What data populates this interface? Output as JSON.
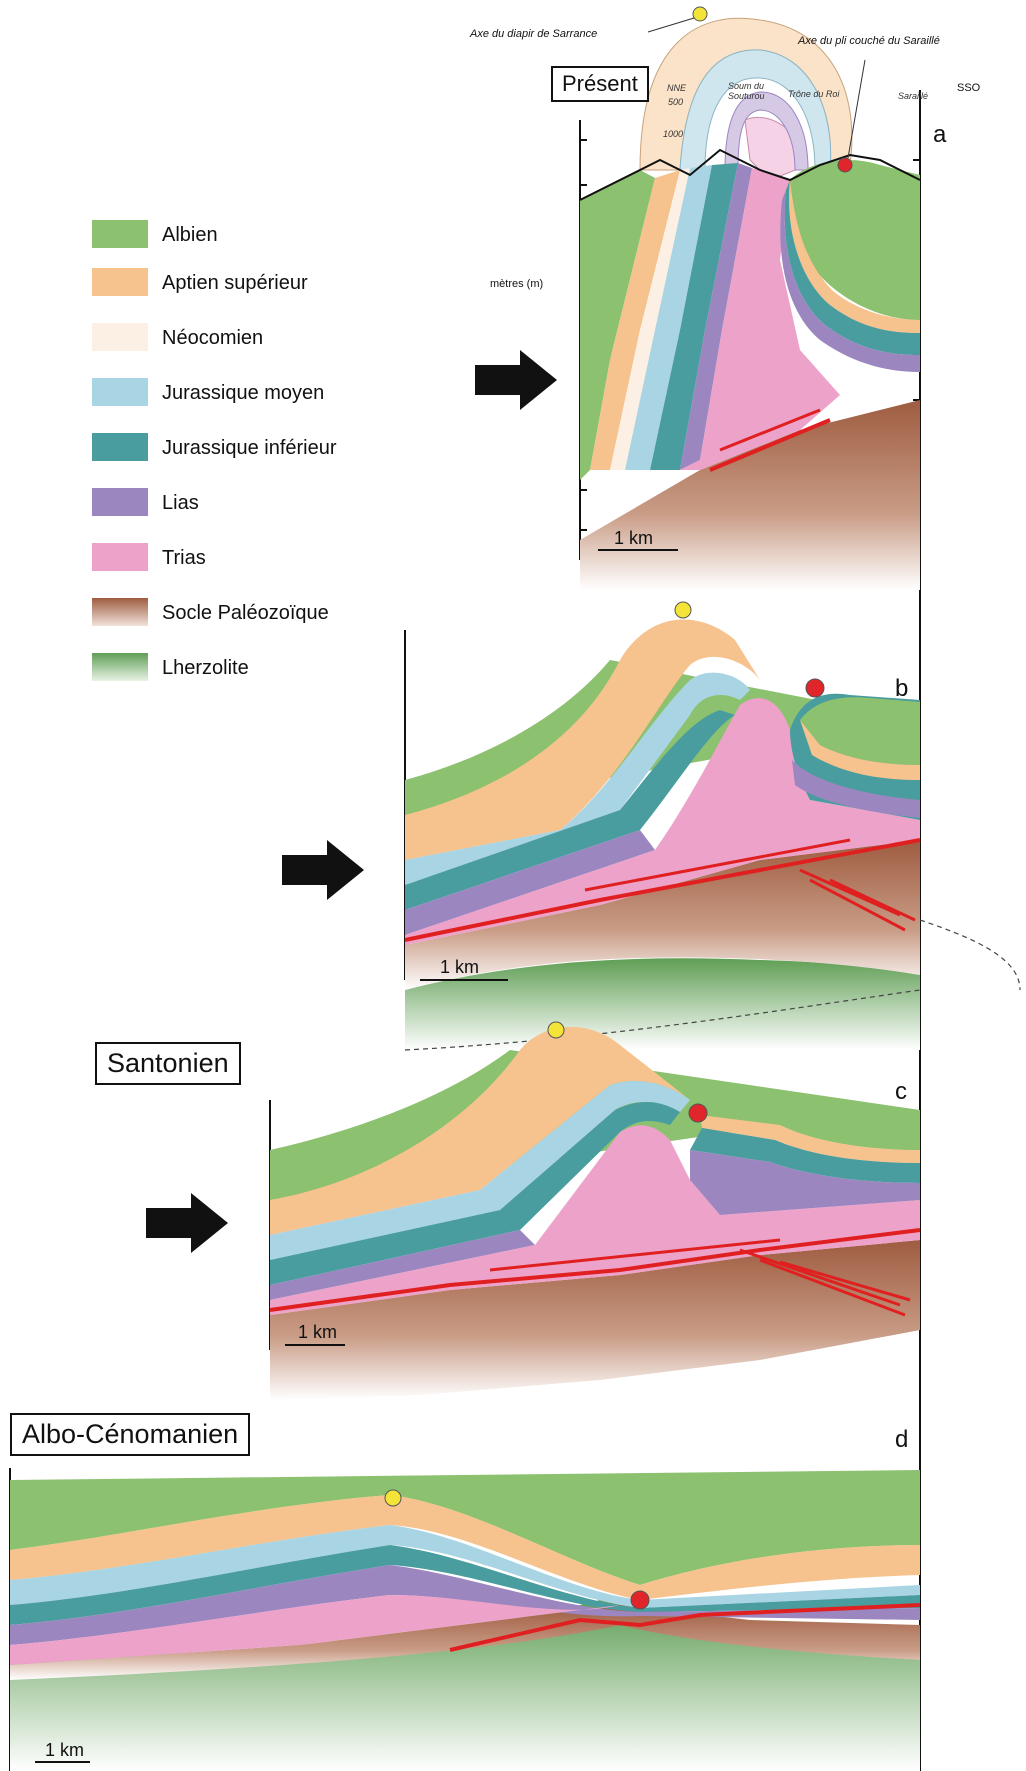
{
  "legend": {
    "items": [
      {
        "label": "Albien",
        "color": "#8cc16f"
      },
      {
        "label": "Aptien supérieur",
        "color": "#f6c28d"
      },
      {
        "label": "Néocomien",
        "color": "#fcefe3"
      },
      {
        "label": "Jurassique moyen",
        "color": "#a9d4e3"
      },
      {
        "label": "Jurassique inférieur",
        "color": "#4a9d9e"
      },
      {
        "label": "Lias",
        "color": "#9b86c0"
      },
      {
        "label": "Trias",
        "color": "#eda2c9"
      },
      {
        "label": "Socle Paléozoïque",
        "color": "#9e5c40"
      },
      {
        "label": "Lherzolite",
        "color": "#5f9e55"
      }
    ]
  },
  "panels": {
    "a": {
      "letter": "a",
      "stage": "Présent"
    },
    "b": {
      "letter": "b"
    },
    "c": {
      "letter": "c",
      "stage": "Santonien"
    },
    "d": {
      "letter": "d",
      "stage": "Albo-Cénomanien"
    }
  },
  "annotations": {
    "diapir_axis": "Axe du diapir de Sarrance",
    "fold_axis": "Axe du pli couché du Saraillé",
    "ssw": "SSO",
    "sarraille": "Saraillé",
    "soum": "Soum du\nSouturou",
    "trone": "Trône du Roi",
    "nne": "NNE",
    "tick500": "500",
    "tick1000": "1000",
    "meters": "mètres (m)"
  },
  "scale": {
    "label": "1 km"
  },
  "colors": {
    "albien": "#8cc16f",
    "aptien": "#f6c28d",
    "neocomien": "#fcefe3",
    "jur_moyen": "#a9d4e3",
    "jur_inf": "#4a9d9e",
    "lias": "#9b86c0",
    "trias": "#eda2c9",
    "socle": "#9e5c40",
    "lherzolite": "#5f9e55",
    "fault": "#e02020",
    "diapir_marker": "#f4e43a",
    "fold_marker": "#e0262b"
  }
}
